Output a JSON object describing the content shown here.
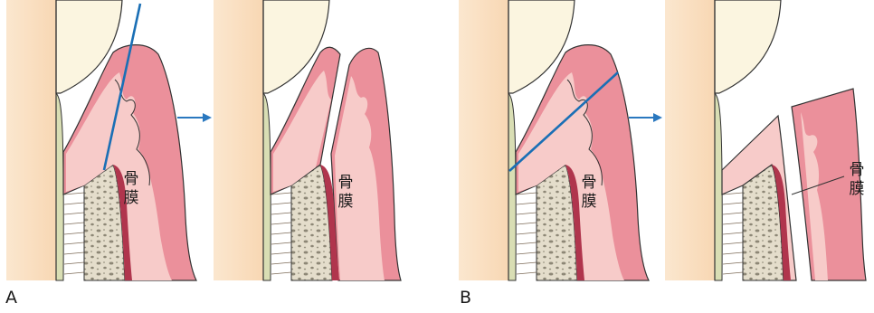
{
  "labels": {
    "panel_a": "A",
    "panel_b": "B",
    "periosteum_1": "骨\n膜",
    "periosteum_2": "骨\n膜",
    "periosteum_3": "骨\n膜",
    "periosteum_4": "骨\n膜"
  },
  "colors": {
    "incision_line": "#1a6fb5",
    "arrow": "#2a78bf",
    "periosteum": "#b0354d",
    "gingiva_surface": "#ea8f99",
    "connective_tissue": "#f7cbc9",
    "bone": "#e3ddcc",
    "tooth_crown": "#fbf5e0",
    "root_surface": "#fae1c4",
    "ligament": "#d9deb4"
  },
  "icons": [
    "right-arrow-icon",
    "right-arrow-icon"
  ]
}
